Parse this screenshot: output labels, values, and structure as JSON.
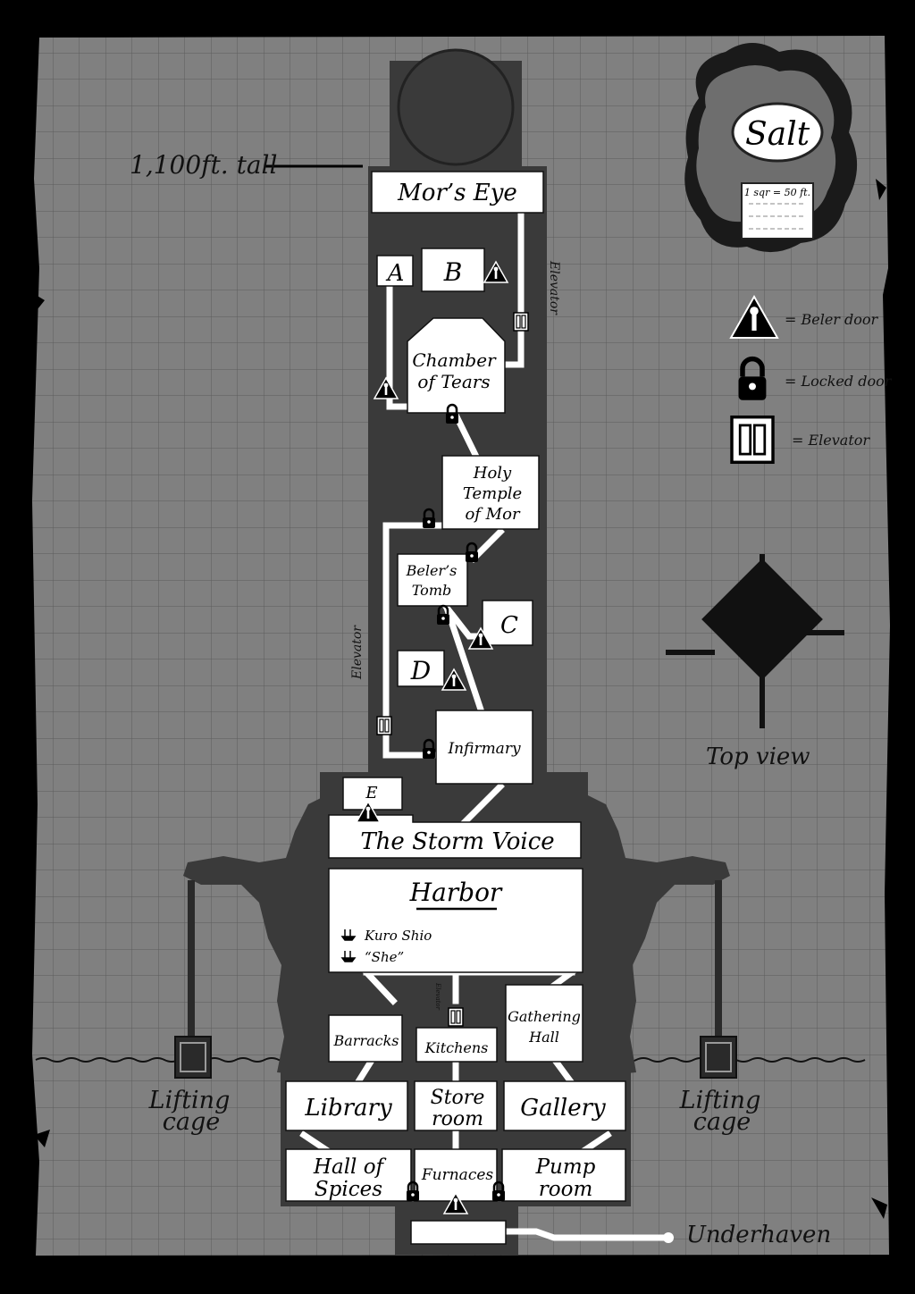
{
  "title": "Salt",
  "scale": "1 sqr = 50 ft.",
  "height_note": "1,100ft. tall",
  "legend": {
    "beler_door": "= Beler door",
    "locked_door": "= Locked door",
    "elevator": "= Elevator"
  },
  "vertical_labels": {
    "elevator_upper": "Elevator",
    "elevator_mid": "Elevator",
    "elevator_small": "Elevator"
  },
  "rooms": {
    "mors_eye": "Mor’s Eye",
    "a": "A",
    "b": "B",
    "chamber_l1": "Chamber",
    "chamber_l2": "of Tears",
    "temple_l1": "Holy",
    "temple_l2": "Temple",
    "temple_l3": "of Mor",
    "beler_l1": "Beler’s",
    "beler_l2": "Tomb",
    "c": "C",
    "d": "D",
    "infirmary": "Infirmary",
    "e": "E",
    "storm_voice": "The Storm Voice",
    "harbor": "Harbor",
    "barracks": "Barracks",
    "kitchens": "Kitchens",
    "gathering_l1": "Gathering",
    "gathering_l2": "Hall",
    "library": "Library",
    "store_l1": "Store",
    "store_l2": "room",
    "gallery": "Gallery",
    "spices_l1": "Hall of",
    "spices_l2": "Spices",
    "furnaces": "Furnaces",
    "pump_l1": "Pump",
    "pump_l2": "room"
  },
  "ships": [
    "Kuro Shio",
    "“She”"
  ],
  "lifting_cage_left": [
    "Lifting",
    "cage"
  ],
  "lifting_cage_right": [
    "Lifting",
    "cage"
  ],
  "top_view": "Top view",
  "underhaven": "Underhaven",
  "colors": {
    "page": "#000000",
    "parchment": "#808080",
    "grid": "#606060",
    "tower": "#3a3a3a",
    "room": "#ffffff"
  }
}
